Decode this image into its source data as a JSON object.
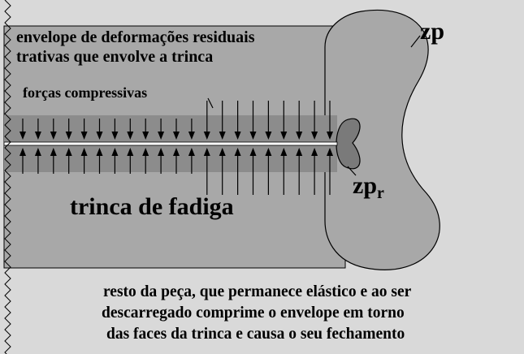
{
  "labels": {
    "envelope_line1": "envelope de deformações residuais",
    "envelope_line2": "trativas que envolve a trinca",
    "forces": "forças compressivas",
    "crack": "trinca de fadiga",
    "plastic_zone": "zp",
    "reverse_zone_main": "zp",
    "reverse_zone_sub": "r",
    "rest_line1": "resto da peça, que permanece elástico e ao ser",
    "rest_line2": "descarregado comprime o envelope em torno",
    "rest_line3": "das faces da trinca e causa o seu fechamento"
  },
  "colors": {
    "background": "#d9d9d9",
    "envelope": "#a8a8a8",
    "compressed_band": "#8c8c8c",
    "reverse_zone": "#7a7a7a",
    "lines": "#000000",
    "crack_fill": "#ffffff"
  }
}
